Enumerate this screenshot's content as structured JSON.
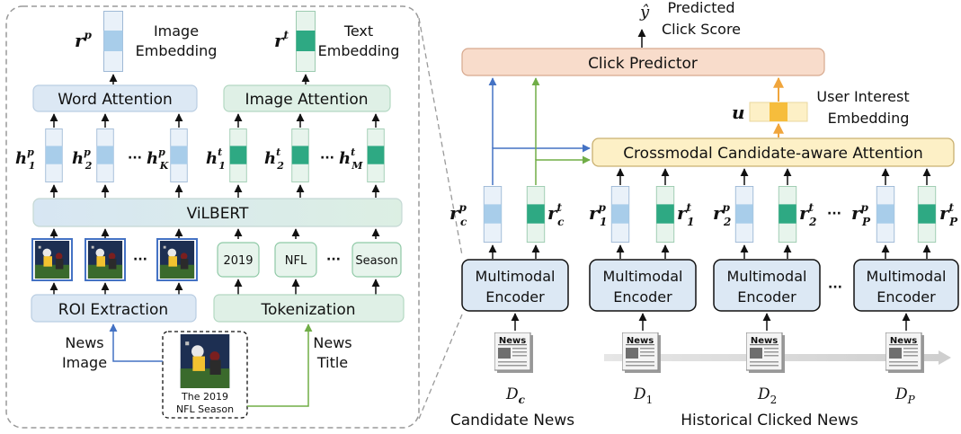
{
  "left_panel": {
    "image_embedding": {
      "symbol": "r",
      "sup": "p",
      "label_line1": "Image",
      "label_line2": "Embedding"
    },
    "text_embedding": {
      "symbol": "r",
      "sup": "t",
      "label_line1": "Text",
      "label_line2": "Embedding"
    },
    "word_attention": "Word Attention",
    "image_attention": "Image Attention",
    "image_hiddens": [
      {
        "sym": "h",
        "sub": "1",
        "sup": "p"
      },
      {
        "sym": "h",
        "sub": "2",
        "sup": "p"
      },
      {
        "sym": "h",
        "sub": "K",
        "sup": "p"
      }
    ],
    "text_hiddens": [
      {
        "sym": "h",
        "sub": "1",
        "sup": "t"
      },
      {
        "sym": "h",
        "sub": "2",
        "sup": "t"
      },
      {
        "sym": "h",
        "sub": "M",
        "sup": "t"
      }
    ],
    "ellipsis": "···",
    "vilbert": "ViLBERT",
    "tokens": [
      "2019",
      "NFL",
      "Season"
    ],
    "roi_extraction": "ROI Extraction",
    "tokenization": "Tokenization",
    "news_image_line1": "News",
    "news_image_line2": "Image",
    "news_title_line1": "News",
    "news_title_line2": "Title",
    "caption_line1": "The 2019",
    "caption_line2": "NFL Season"
  },
  "right_panel": {
    "y_hat": "ŷ",
    "predicted_line1": "Predicted",
    "predicted_line2": "Click Score",
    "click_predictor": "Click Predictor",
    "user_symbol": "u",
    "user_interest_line1": "User Interest",
    "user_interest_line2": "Embedding",
    "crossmodal_attention": "Crossmodal Candidate-aware Attention",
    "encoder_line1": "Multimodal",
    "encoder_line2": "Encoder",
    "pairs": [
      {
        "img": {
          "sym": "r",
          "sup": "p",
          "sub": "c"
        },
        "txt": {
          "sym": "r",
          "sup": "t",
          "sub": "c"
        }
      },
      {
        "img": {
          "sym": "r",
          "sup": "p",
          "sub": "1"
        },
        "txt": {
          "sym": "r",
          "sup": "t",
          "sub": "1"
        }
      },
      {
        "img": {
          "sym": "r",
          "sup": "p",
          "sub": "2"
        },
        "txt": {
          "sym": "r",
          "sup": "t",
          "sub": "2"
        }
      },
      {
        "img": {
          "sym": "r",
          "sup": "p",
          "sub": "P"
        },
        "txt": {
          "sym": "r",
          "sup": "t",
          "sub": "P"
        }
      }
    ],
    "ellipsis": "···",
    "news_icon_text": "News",
    "docs": [
      {
        "sym": "D",
        "sub": "c"
      },
      {
        "sym": "D",
        "sub": "1"
      },
      {
        "sym": "D",
        "sub": "2"
      },
      {
        "sym": "D",
        "sub": "P"
      }
    ],
    "candidate_news": "Candidate News",
    "historical_news": "Historical Clicked News"
  },
  "colors": {
    "box_blue": "#dce8f4",
    "box_green": "#dff0e6",
    "box_orange": "#f8dccb",
    "box_yellow": "#fdf0c6",
    "vec_blue_fill": "#a8cdea",
    "vec_green_fill": "#2ea983",
    "vec_orange_fill": "#f6bd3c",
    "arrow_blue": "#4472c4",
    "arrow_green": "#70ad47",
    "arrow_orange": "#f0a53c"
  },
  "icons": [
    "newspaper-icon",
    "news-photo"
  ]
}
